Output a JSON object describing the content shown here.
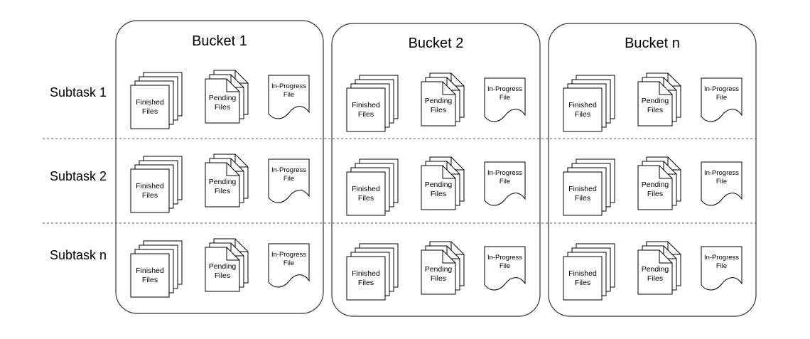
{
  "buckets": [
    {
      "title": "Bucket 1"
    },
    {
      "title": "Bucket 2"
    },
    {
      "title": "Bucket n"
    }
  ],
  "subtasks": [
    {
      "label": "Subtask 1"
    },
    {
      "label": "Subtask 2"
    },
    {
      "label": "Subtask n"
    }
  ],
  "file_labels": {
    "finished": [
      "Finished",
      "Files"
    ],
    "pending": [
      "Pending",
      "Files"
    ],
    "in_progress": [
      "In-Progress",
      "File"
    ]
  }
}
